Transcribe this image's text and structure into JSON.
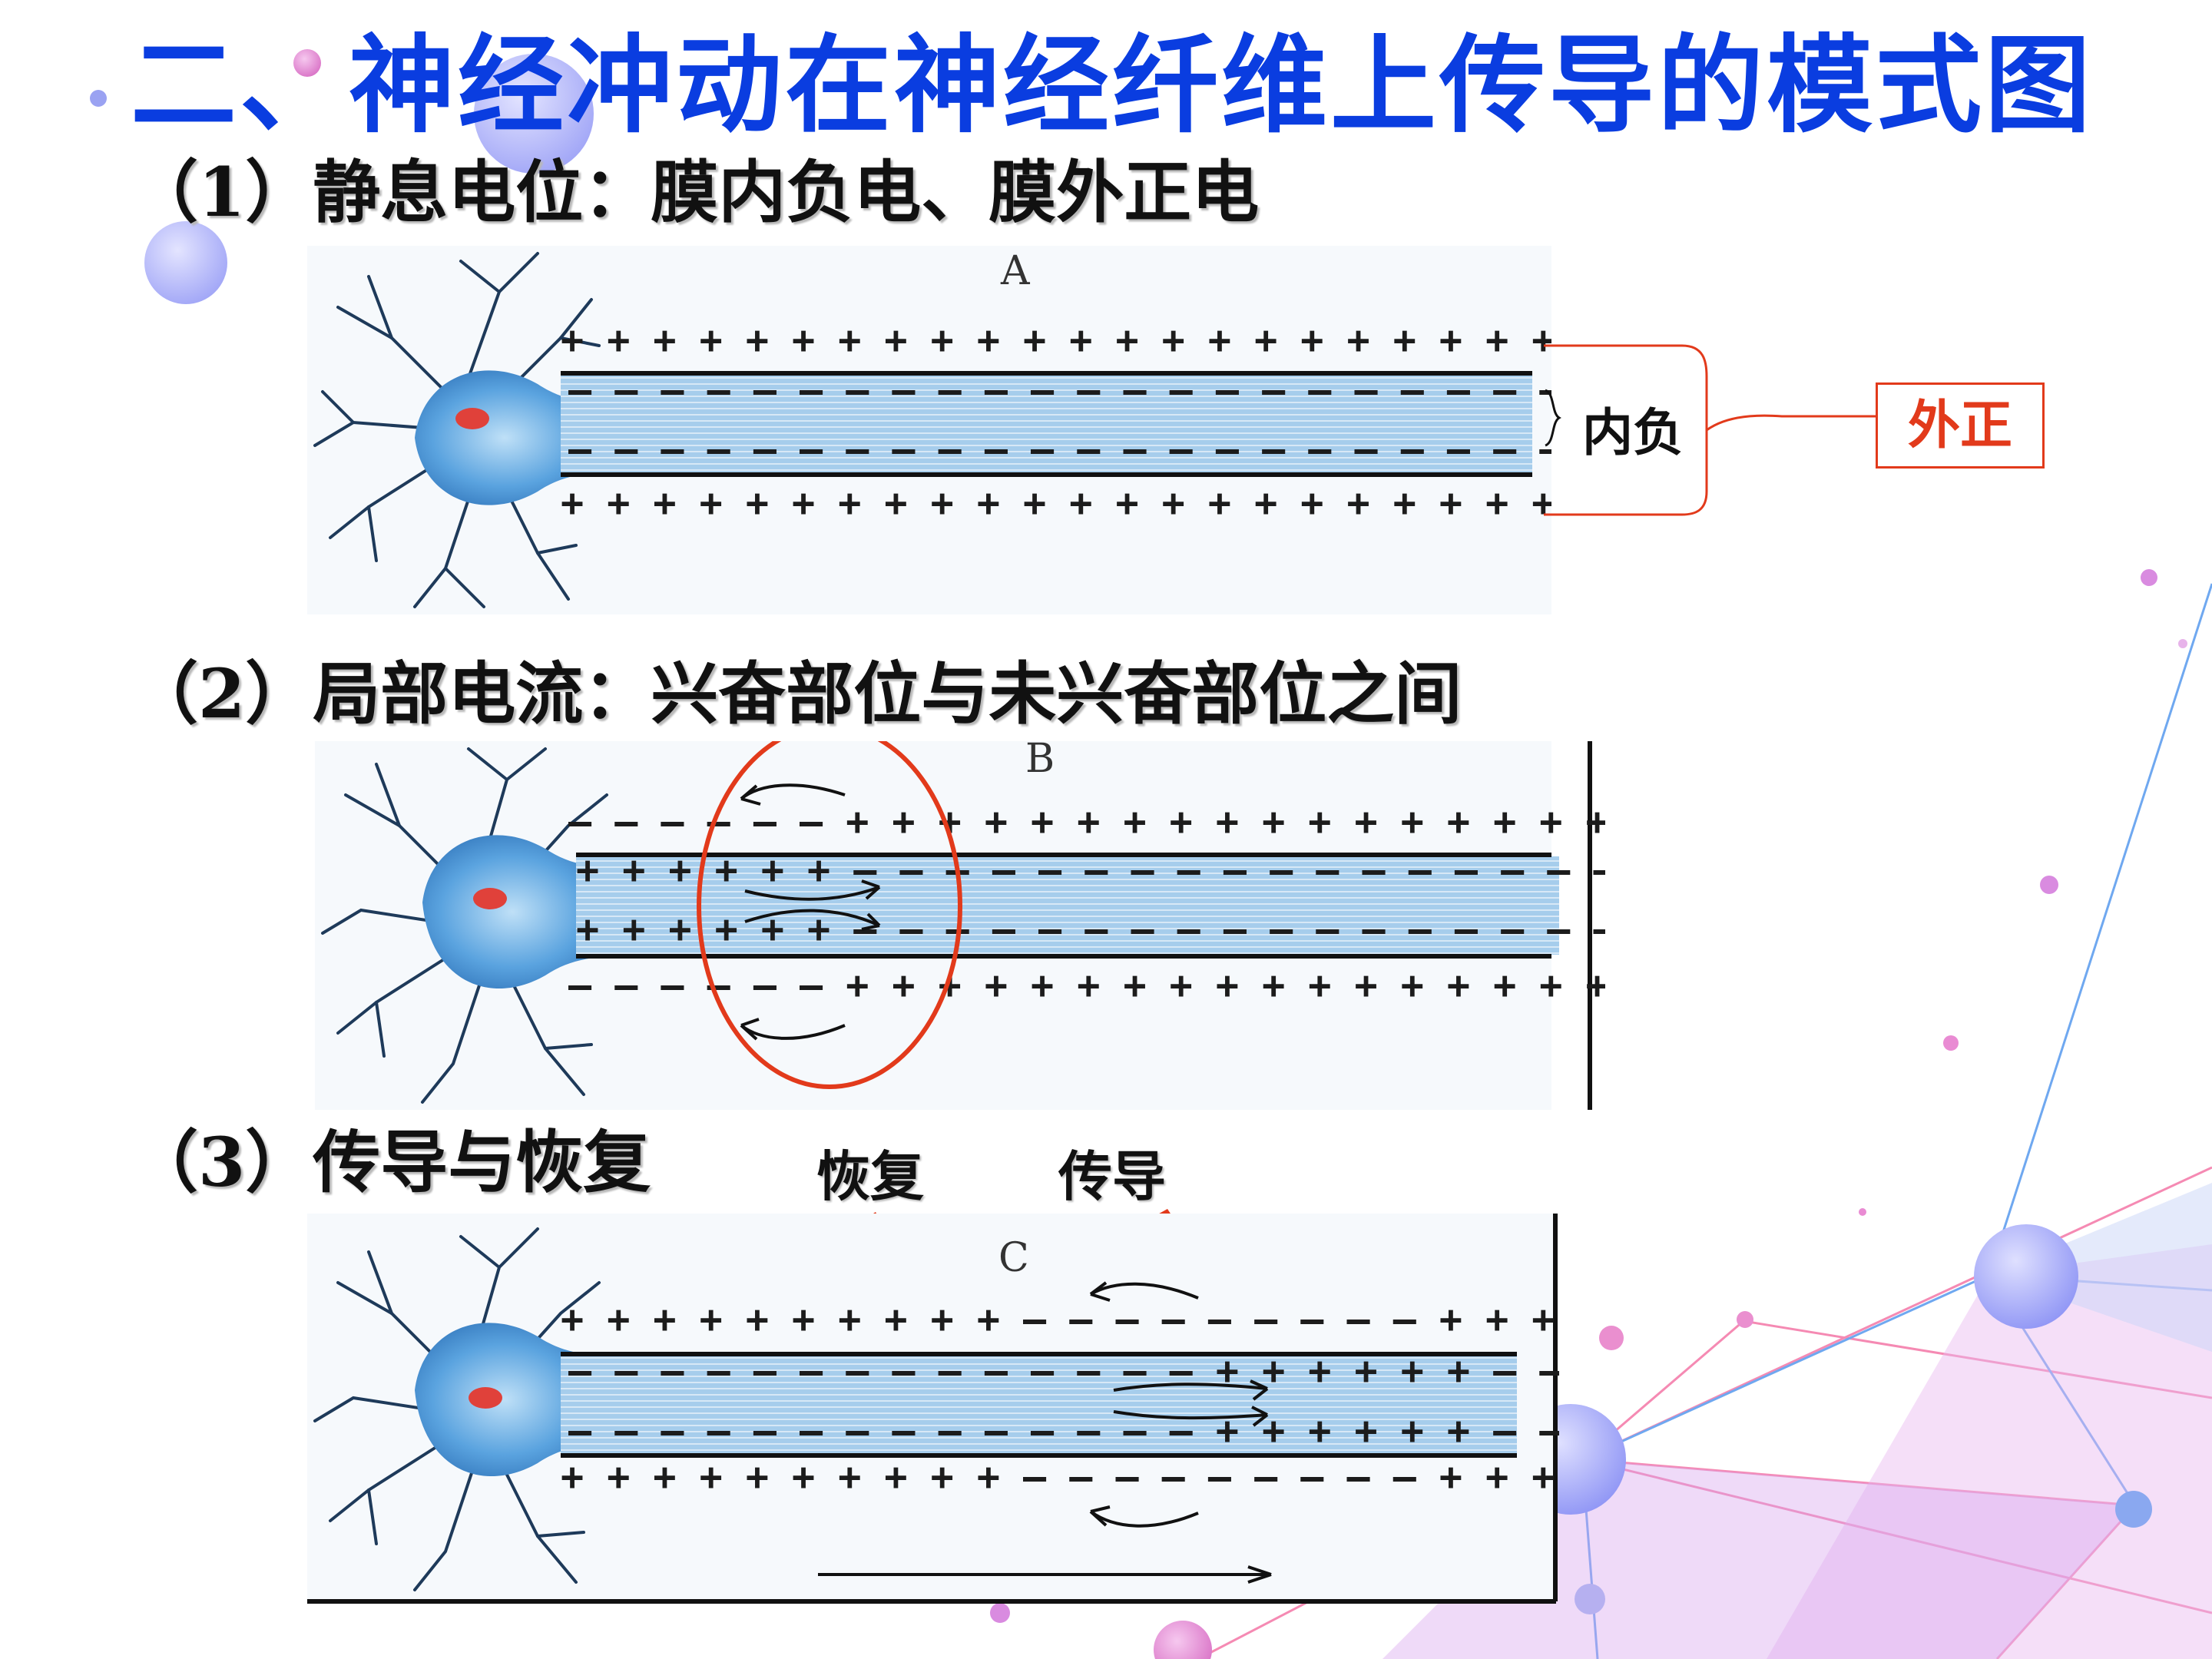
{
  "title": "二、神经冲动在神经纤维上传导的模式图",
  "sections": [
    {
      "label": "（1）静息电位：膜内负电、膜外正电",
      "panel": "A"
    },
    {
      "label": "（2）局部电流：兴奋部位与未兴奋部位之间",
      "panel": "B"
    },
    {
      "label": "（3）传导与恢复",
      "panel": "C"
    }
  ],
  "annotations": {
    "inner_negative": "内负",
    "outer_positive": "外正",
    "recovery": "恢复",
    "conduction": "传导"
  },
  "colors": {
    "title": "#0a3de0",
    "annotation_red": "#e23a1b",
    "axon_fill": "#9cc6e8",
    "neuron": "#3f8fd6"
  }
}
